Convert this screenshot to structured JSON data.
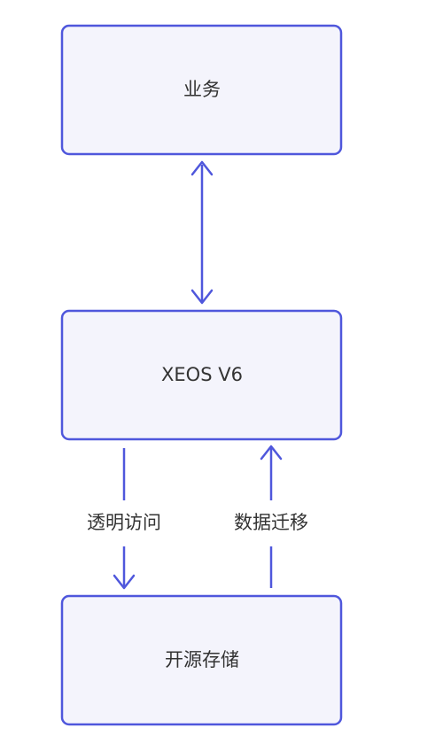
{
  "nodes": {
    "business": {
      "label": "业务"
    },
    "xeos": {
      "label": "XEOS V6"
    },
    "storage": {
      "label": "开源存储"
    }
  },
  "edges": {
    "transparent_access": {
      "label": "透明访问"
    },
    "data_migration": {
      "label": "数据迁移"
    }
  },
  "colors": {
    "node_fill": "#f4f4fc",
    "node_stroke": "#4f57dc",
    "edge": "#4f57dc",
    "text": "#333333"
  }
}
